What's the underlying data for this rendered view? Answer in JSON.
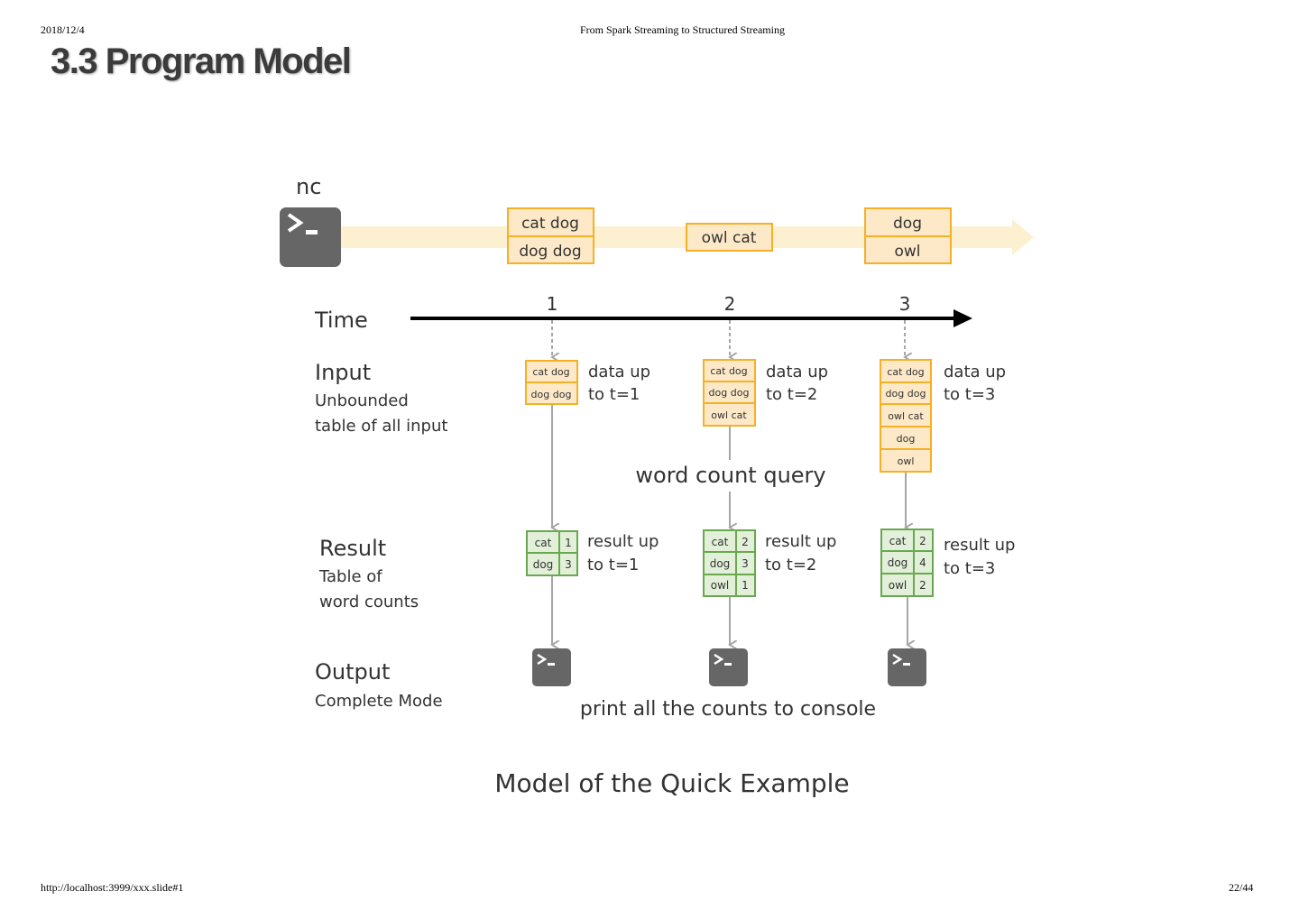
{
  "header": {
    "date": "2018/12/4",
    "doc_title": "From Spark Streaming to Structured Streaming"
  },
  "slide_title": "3.3 Program Model",
  "diagram": {
    "source_label": "nc",
    "stream_batches": [
      [
        "cat dog",
        "dog dog"
      ],
      [
        "owl cat"
      ],
      [
        "dog",
        "owl"
      ]
    ],
    "time_label": "Time",
    "ticks": [
      "1",
      "2",
      "3"
    ],
    "rows": {
      "input": {
        "title": "Input",
        "sub1": "Unbounded",
        "sub2": "table of all input"
      },
      "result": {
        "title": "Result",
        "sub1": "Table of",
        "sub2": "word counts"
      },
      "output": {
        "title": "Output",
        "sub1": "Complete Mode"
      }
    },
    "input_tables": [
      {
        "rows": [
          "cat dog",
          "dog dog"
        ],
        "note1": "data up",
        "note2": "to t=1"
      },
      {
        "rows": [
          "cat dog",
          "dog dog",
          "owl cat"
        ],
        "note1": "data up",
        "note2": "to t=2"
      },
      {
        "rows": [
          "cat dog",
          "dog dog",
          "owl cat",
          "dog",
          "owl"
        ],
        "note1": "data up",
        "note2": "to t=3"
      }
    ],
    "query_label": "word count query",
    "result_tables": [
      {
        "rows": [
          [
            "cat",
            "1"
          ],
          [
            "dog",
            "3"
          ]
        ],
        "note1": "result up",
        "note2": "to t=1"
      },
      {
        "rows": [
          [
            "cat",
            "2"
          ],
          [
            "dog",
            "3"
          ],
          [
            "owl",
            "1"
          ]
        ],
        "note1": "result up",
        "note2": "to t=2"
      },
      {
        "rows": [
          [
            "cat",
            "2"
          ],
          [
            "dog",
            "4"
          ],
          [
            "owl",
            "2"
          ]
        ],
        "note1": "result up",
        "note2": "to t=3"
      }
    ],
    "output_label": "print all the counts to console",
    "caption": "Model of the Quick Example",
    "colors": {
      "input_border": "#f5b025",
      "input_fill": "#fde9c8",
      "stream": "#fdf0d0",
      "result_border": "#6aa84f",
      "result_fill": "#e2efd9",
      "terminal": "#666666",
      "arrow": "#a6a6a6"
    }
  },
  "footer": {
    "url": "http://localhost:3999/xxx.slide#1",
    "page": "22/44"
  }
}
